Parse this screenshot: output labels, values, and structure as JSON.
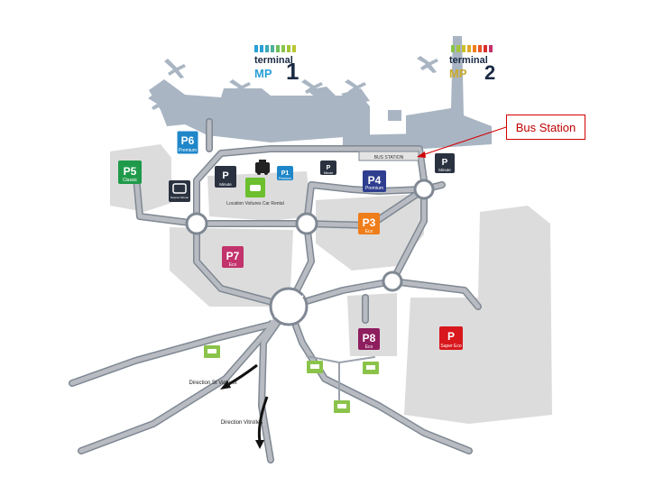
{
  "terminals": {
    "t1": {
      "word": "terminal",
      "brand": "MP",
      "number": "1"
    },
    "t2": {
      "word": "terminal",
      "brand": "MP",
      "number": "2"
    }
  },
  "parkings": {
    "p6": {
      "code": "P6",
      "label": "Premium",
      "color": "#1f87c9"
    },
    "p5": {
      "code": "P5",
      "label": "Classic",
      "color": "#1f9a4a"
    },
    "pd_left": {
      "label": "Dépose Minute"
    },
    "p_minute_center": {
      "label": "Minute"
    },
    "p1": {
      "code": "P1",
      "label": "Premium",
      "color": "#1f87c9"
    },
    "p_minute_small": {
      "label": "Minute"
    },
    "p4": {
      "code": "P4",
      "label": "Premium",
      "color": "#2f3e8e"
    },
    "p_minute_right": {
      "label": "Minute"
    },
    "p3": {
      "code": "P3",
      "label": "Eco",
      "color": "#ef7d1a"
    },
    "p7": {
      "code": "P7",
      "label": "Eco",
      "color": "#c2326b"
    },
    "p8": {
      "code": "P8",
      "label": "Eco",
      "color": "#8e1e5e"
    },
    "p_super": {
      "code": "P",
      "label": "Super Eco",
      "color": "#d8181c"
    }
  },
  "labels": {
    "bus_station_strip": "BUS STATION",
    "car_rental": "Location Voitures Car Rental",
    "direction_st_victoret": "Direction St Victoret",
    "direction_vitrolles": "Direction Vitrolles"
  },
  "annotation": {
    "bus_station": "Bus Station"
  },
  "colors": {
    "building": "#a9b5c3",
    "parking_area": "#dcdcdc",
    "road": "#b8bcc2",
    "road_outline": "#7f8893",
    "taxi": "#222222",
    "bus_stop": "#8bc34a",
    "annotation": "#d40000"
  }
}
